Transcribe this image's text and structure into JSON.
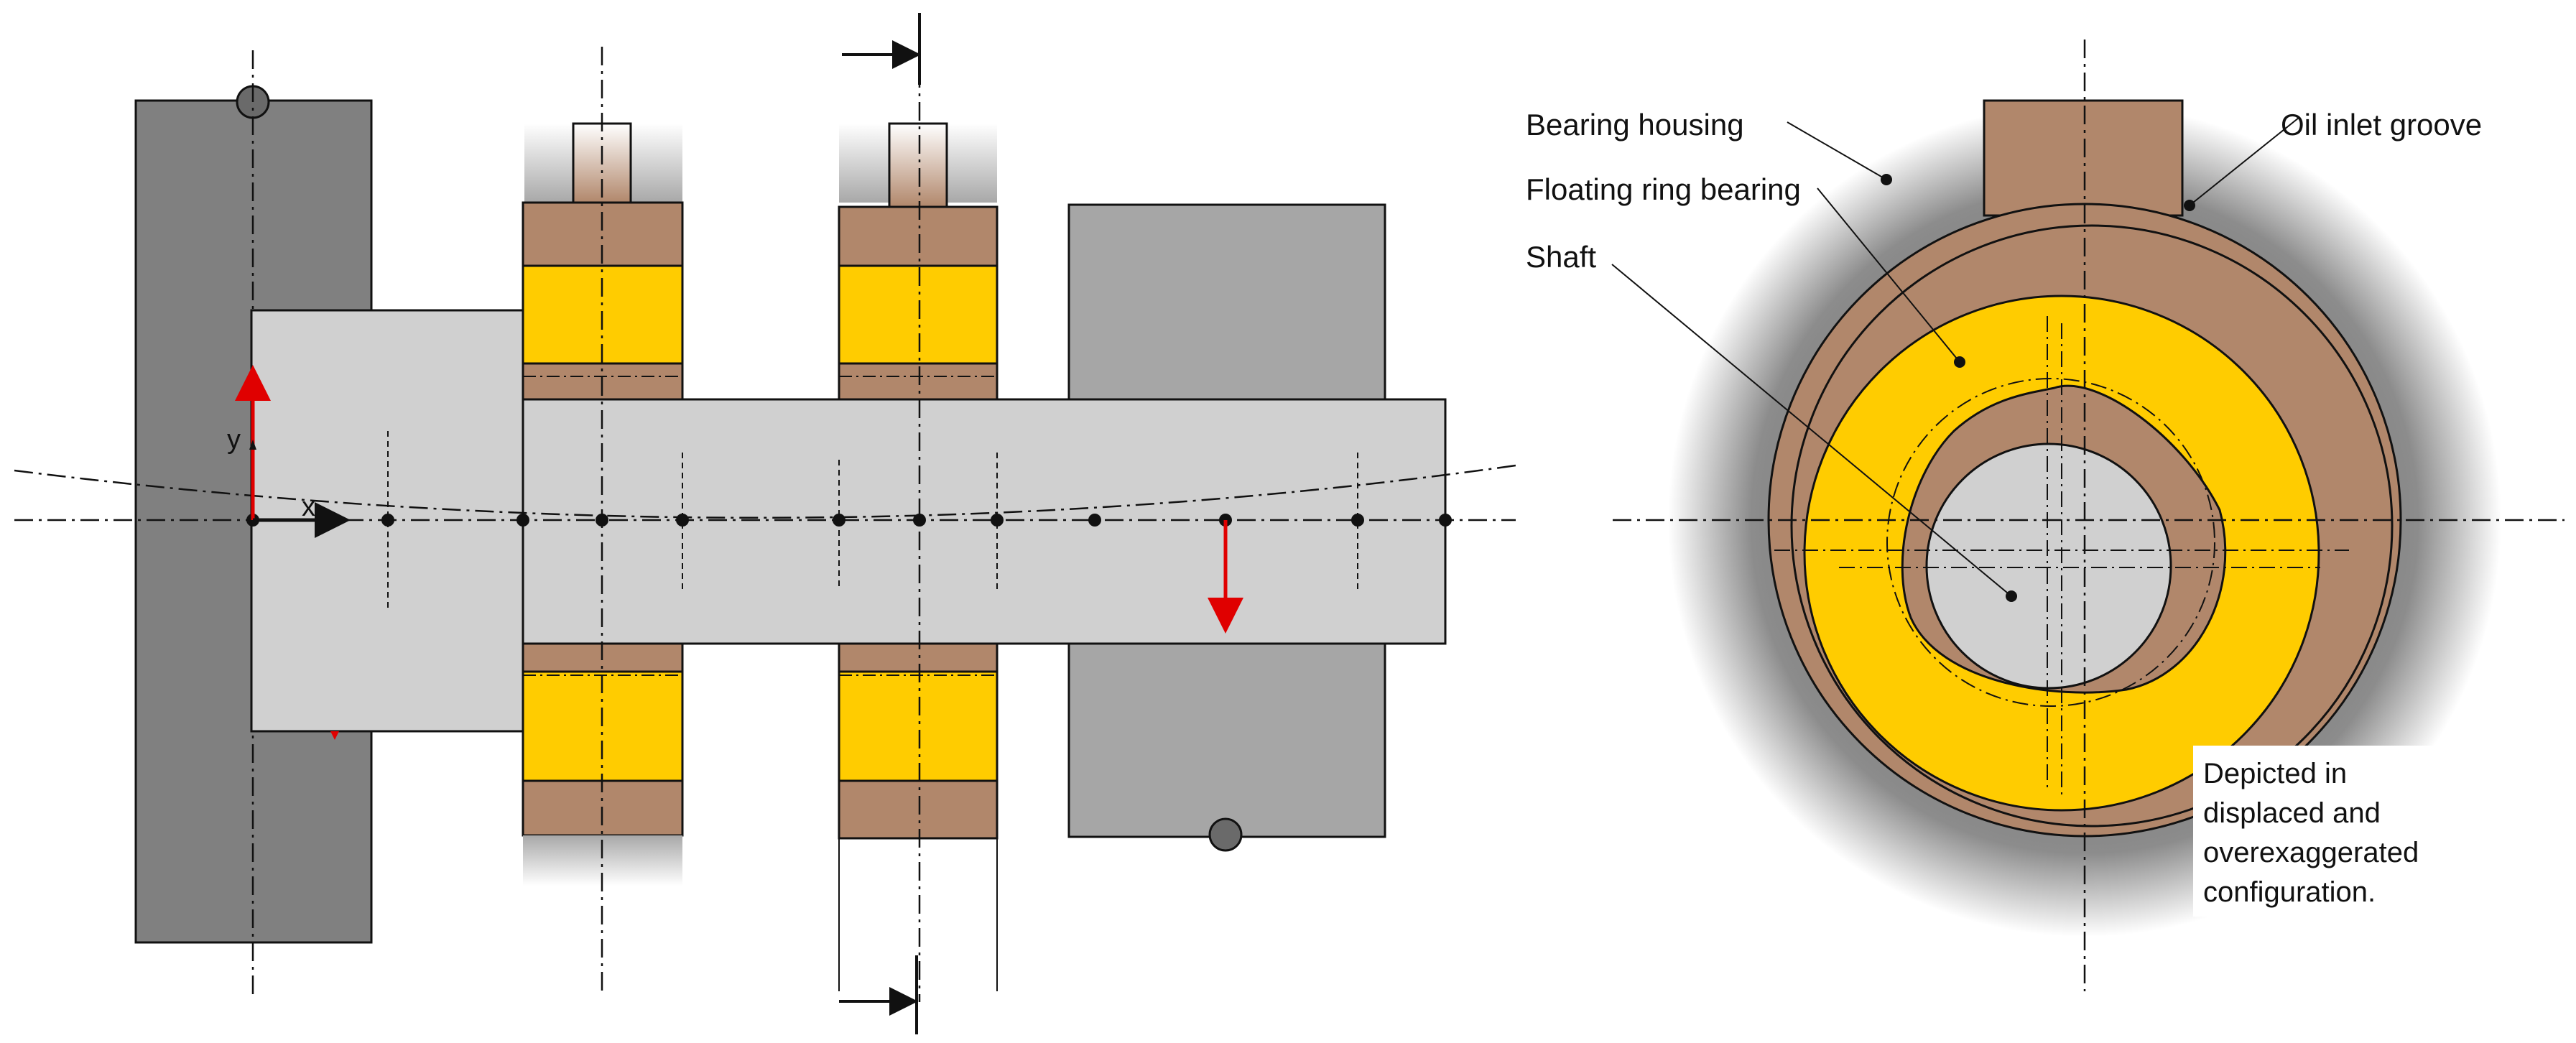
{
  "colors": {
    "housing_dark": "#808080",
    "housing_light": "#ffffff",
    "bronze": "#b1876b",
    "bearing_yellow": "#ffcc00",
    "shaft_grey": "#d0d0d0",
    "disc_grey": "#a6a6a6",
    "force_arrow": "#e00000",
    "outline": "#111111"
  },
  "side_view": {
    "axis_x_label": "x",
    "axis_y_label": "y",
    "icons": [
      "section-arrow-icon",
      "force-arrow-icon",
      "node-dot-icon"
    ]
  },
  "cross_section": {
    "labels": {
      "bearing_housing": "Bearing housing",
      "oil_inlet_groove": "Oil inlet groove",
      "floating_ring_bearing": "Floating ring bearing",
      "shaft": "Shaft"
    },
    "note": [
      "Depicted in",
      "displaced and",
      "overexaggerated",
      "configuration."
    ]
  }
}
